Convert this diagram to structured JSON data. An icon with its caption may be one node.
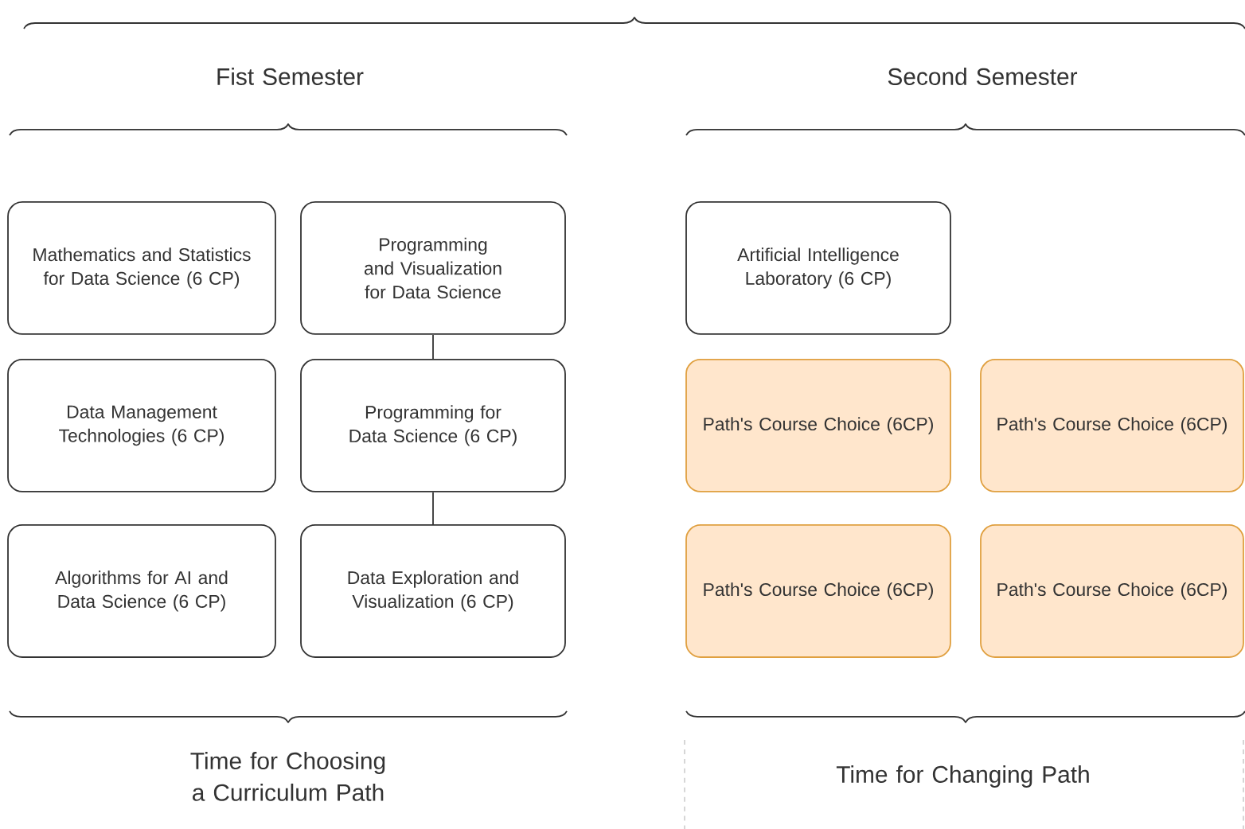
{
  "diagram": {
    "nodes": [
      {
        "text": [
          "Mathematics and Statistics for Data Science (6 CP)"
        ]
      },
      {
        "text": [
          "Programming and Visualization for Data Science"
        ]
      },
      {
        "text": [
          "Data Management Technologies (6 CP)"
        ]
      },
      {
        "text": [
          "Programming for Data Science (6 CP)"
        ]
      },
      {
        "text": [
          "Algorithms for AI and Data Science (6 CP)"
        ]
      },
      {
        "text": [
          "Data Exploration and Visualization (6 CP)"
        ]
      },
      {
        "text": [
          "Artificial Intelligence Laboratory (6 CP)"
        ]
      },
      {
        "text": [
          "Path's Course Choice (6CP)"
        ]
      },
      {
        "text": [
          "Path's Course Choice (6CP)"
        ]
      },
      {
        "text": [
          "Path's Course Choice (6CP)"
        ]
      },
      {
        "text": [
          "Path's Course Choice (6CP)"
        ]
      }
    ],
    "edges": [
      {
        "from": 1,
        "to": 3,
        "arrow": "none"
      },
      {
        "from": 3,
        "to": 5,
        "arrow": "none"
      }
    ],
    "labels": [
      "Fist Semester",
      "Second Semester",
      "Time for Choosing a Curriculum Path",
      "Time for Changing Path"
    ]
  }
}
